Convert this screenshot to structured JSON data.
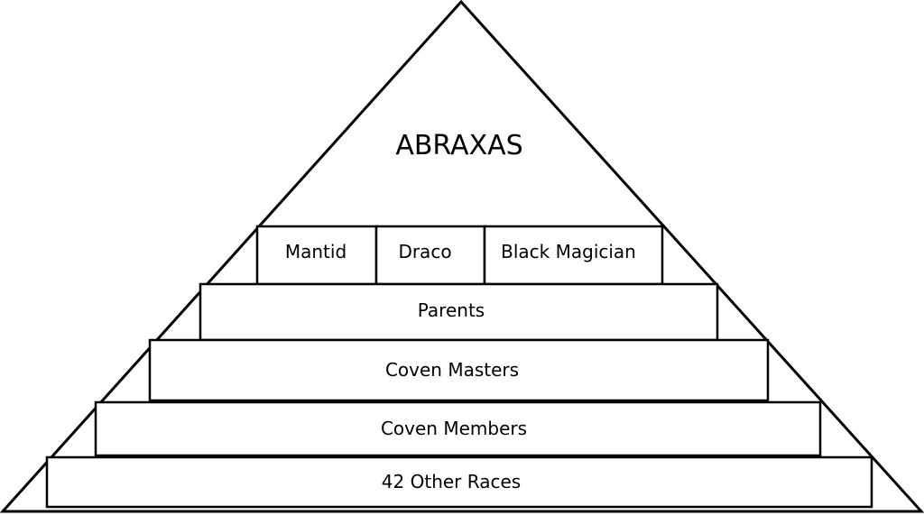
{
  "apex": {
    "label": "ABRAXAS"
  },
  "top_row": {
    "items": [
      {
        "label": "Mantid"
      },
      {
        "label": "Draco"
      },
      {
        "label": "Black Magician"
      }
    ]
  },
  "tiers": [
    {
      "label": "Parents"
    },
    {
      "label": "Coven Masters"
    },
    {
      "label": "Coven Members"
    },
    {
      "label": "42 Other Races"
    }
  ],
  "colors": {
    "stroke": "#000000",
    "fill": "#ffffff"
  }
}
